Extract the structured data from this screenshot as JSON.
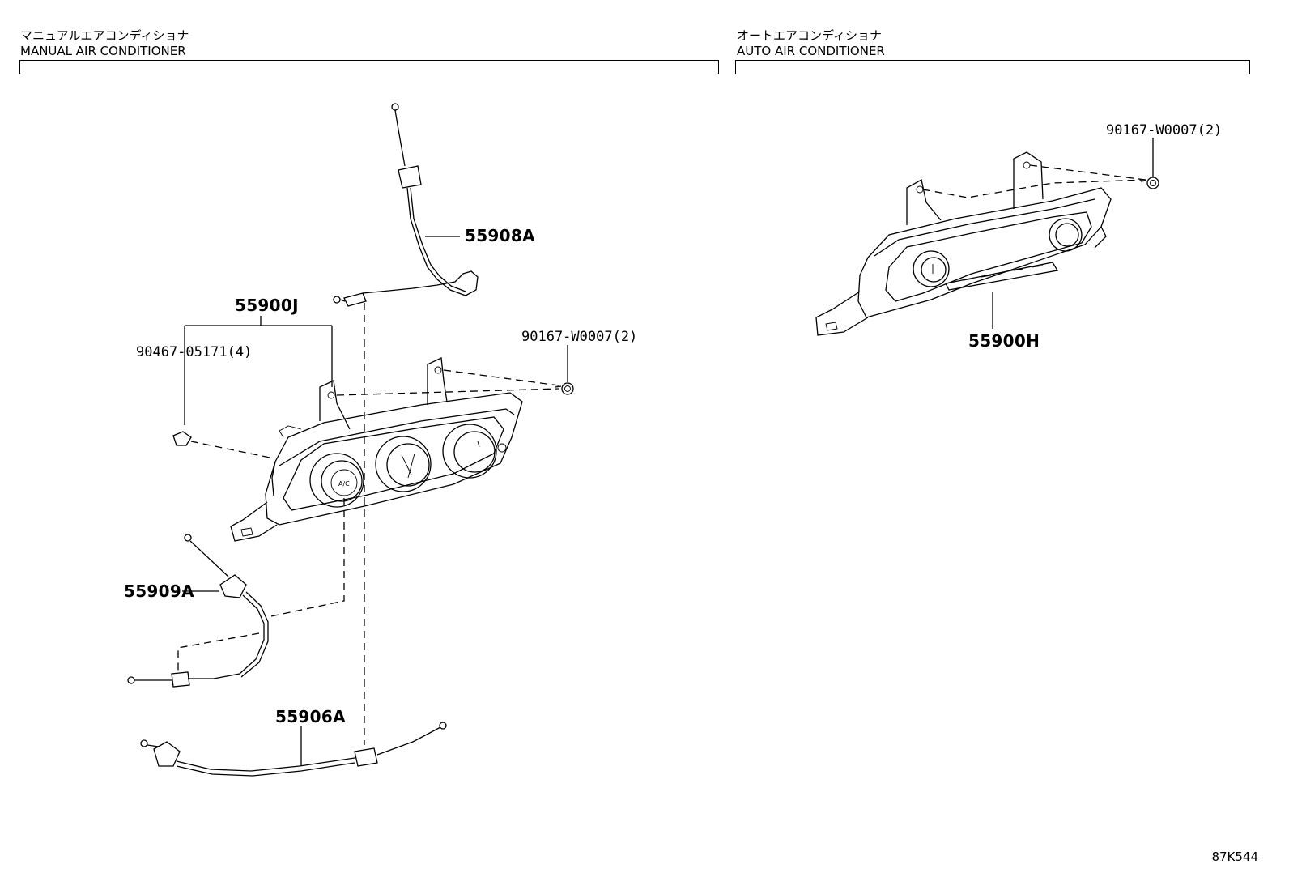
{
  "sections": {
    "manual": {
      "title_jp": "マニュアルエアコンディショナ",
      "title_en": "MANUAL AIR CONDITIONER"
    },
    "auto": {
      "title_jp": "オートエアコンディショナ",
      "title_en": "AUTO AIR CONDITIONER"
    }
  },
  "parts": {
    "p55908A": "55908A",
    "p55900J": "55900J",
    "p90467": "90467-05171(4)",
    "p90167_manual": "90167-W0007(2)",
    "p55909A": "55909A",
    "p55906A": "55906A",
    "p90167_auto": "90167-W0007(2)",
    "p55900H": "55900H"
  },
  "diagram_code": "87K544"
}
